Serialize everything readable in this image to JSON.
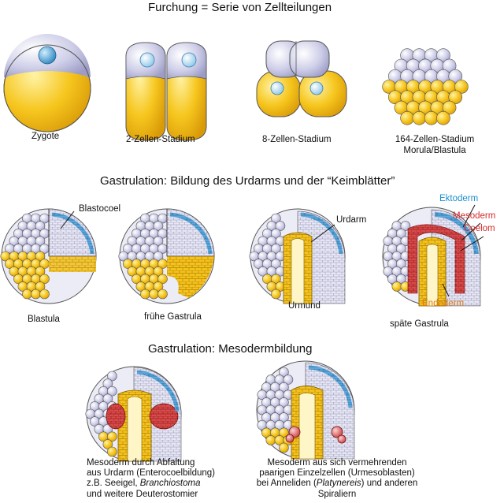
{
  "headings": {
    "cleavage": "Furchung = Serie von Zellteilungen",
    "gastrulation": "Gastrulation: Bildung des Urdarms und der “Keimblätter”",
    "mesoderm": "Gastrulation: Mesodermbildung"
  },
  "cleavage_stages": {
    "zygote": "Zygote",
    "two_cell": "2-Zellen-Stadium",
    "eight_cell": "8-Zellen-Stadium",
    "morula_line1": "164-Zellen-Stadium",
    "morula_line2": "Morula/Blastula"
  },
  "gastrulation_stages": {
    "blastula": "Blastula",
    "early_gastrula": "frühe Gastrula",
    "late_gastrula": "späte Gastrula"
  },
  "structures": {
    "blastocoel": "Blastocoel",
    "archenteron": "Urdarm",
    "blastopore": "Urmund",
    "ectoderm": "Ektoderm",
    "mesoderm": "Mesoderm",
    "coelom": "Coelom",
    "endoderm": "Endoderm"
  },
  "mesoderm_captions": {
    "enterocoel": {
      "line1": "Mesoderm durch Abfaltung",
      "line2": "aus Urdarm (Enterocoelbildung)",
      "line3_prefix": "z.B. Seeigel, ",
      "line3_italic": "Branchiostoma",
      "line4": "und weitere Deuterostomier"
    },
    "schizocoel": {
      "line1": "Mesoderm aus sich vermehrenden",
      "line2": "paarigen Einzelzellen (Urmesoblasten)",
      "line3_prefix": "bei Anneliden (",
      "line3_italic": "Platynereis",
      "line3_suffix": ") und anderen",
      "line4": "Spiraliern"
    }
  },
  "colors": {
    "animal_pole": "#c8c8e6",
    "vegetal_pole": "#f4c21c",
    "nucleus": "#4ea7d8",
    "ectoderm_label": "#1a8fd0",
    "mesoderm_label": "#d42a2a",
    "coelom_label": "#d42a2a",
    "endoderm_label": "#e07a12",
    "mesoderm_tissue": "#d44a4a"
  }
}
